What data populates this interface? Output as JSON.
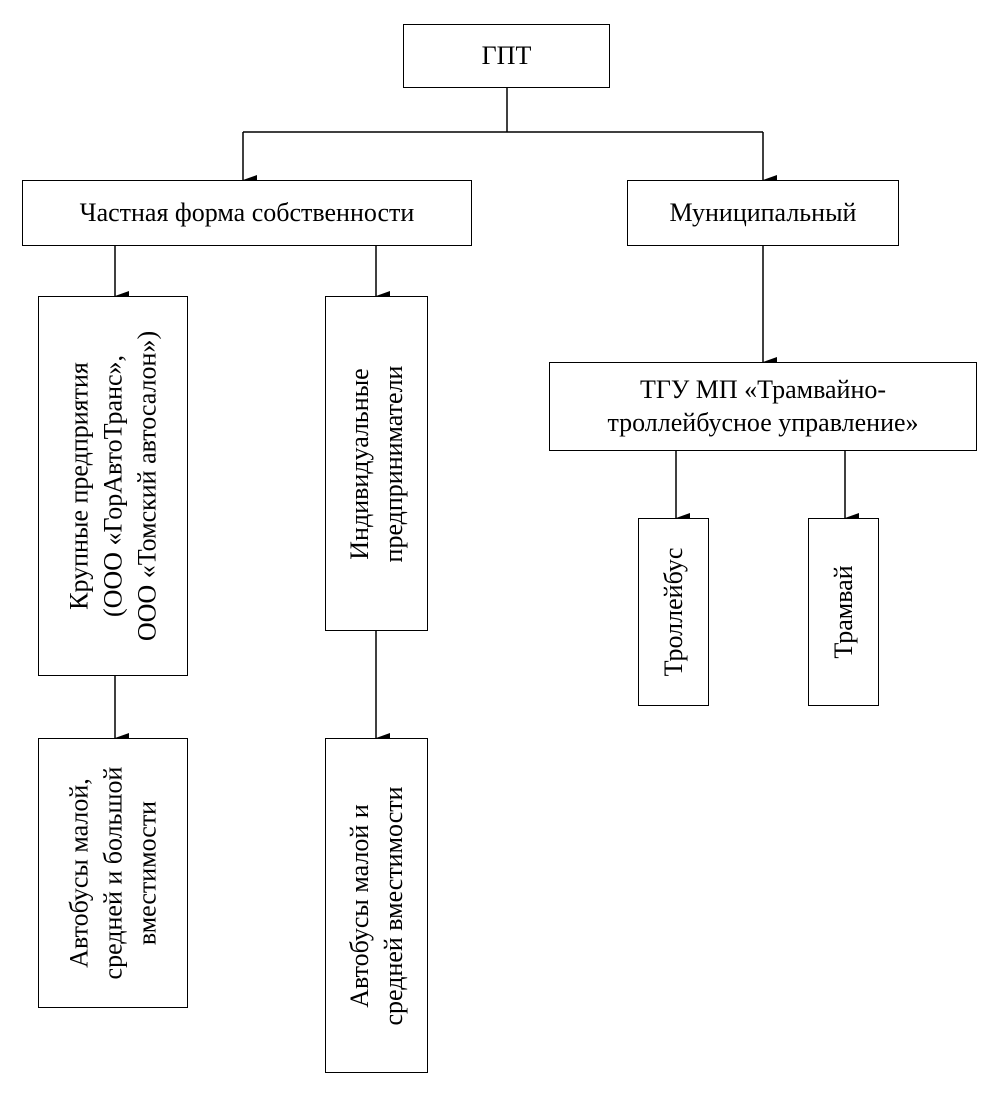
{
  "diagram": {
    "root": {
      "label": "ГПТ"
    },
    "private": {
      "label": "Частная форма собственности",
      "large": {
        "lines": [
          "Крупные предприятия",
          "(ООО «ГорАвтоТранс»,",
          "ООО «Томский автосалон»)"
        ],
        "buses": {
          "lines": [
            "Автобусы малой,",
            "средней и большой",
            "вместимости"
          ]
        }
      },
      "individual": {
        "lines": [
          "Индивидуальные",
          "предприниматели"
        ],
        "buses": {
          "lines": [
            "Автобусы малой и",
            "средней вместимости"
          ]
        }
      }
    },
    "municipal": {
      "label": "Муниципальный",
      "tgu": {
        "lines": [
          "ТГУ МП «Трамвайно-",
          "троллейбусное управление»"
        ],
        "trolleybus": {
          "label": "Троллейбус"
        },
        "tram": {
          "label": "Трамвай"
        }
      }
    }
  }
}
